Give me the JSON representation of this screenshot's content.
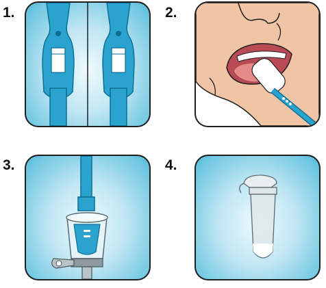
{
  "steps": [
    {
      "number": "1."
    },
    {
      "number": "2."
    },
    {
      "number": "3."
    },
    {
      "number": "4."
    }
  ],
  "colors": {
    "panel_edge": "#56bddb",
    "panel_center": "#eefafe",
    "swab_blue": "#2aa4cf",
    "swab_dark": "#0d6f94",
    "skin": "#f0c4a4",
    "tongue": "#e58a88",
    "outline": "#1e1e1e"
  },
  "icons": [
    "swab-handle-icon",
    "mouth-swab-icon",
    "collection-cup-icon",
    "sample-tube-icon"
  ]
}
